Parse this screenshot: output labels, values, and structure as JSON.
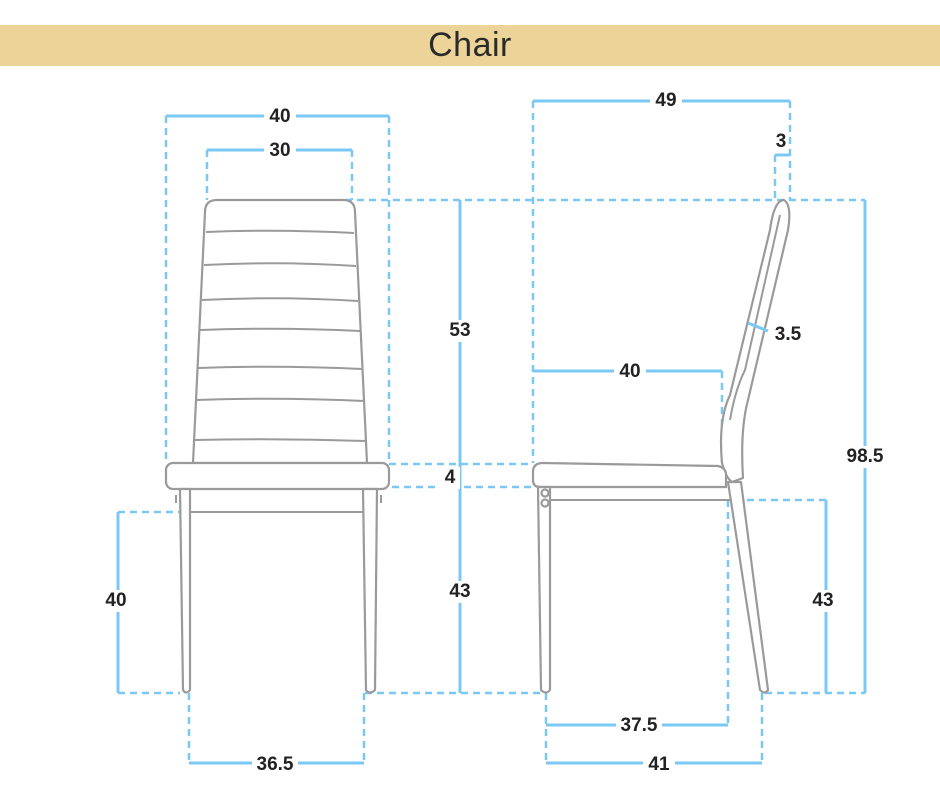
{
  "title": "Chair",
  "front_view": {
    "overall_width": "40",
    "back_width": "30",
    "back_height": "53",
    "seat_thickness": "4",
    "seat_height": "43",
    "crossbar_height": "40",
    "leg_spread": "36.5"
  },
  "side_view": {
    "overall_depth": "49",
    "back_top_thickness": "3",
    "back_thickness": "3.5",
    "seat_depth": "40",
    "total_height": "98.5",
    "seat_height": "43",
    "inner_leg_spread": "37.5",
    "outer_leg_spread": "41"
  },
  "colors": {
    "banner": "#ecd398",
    "dimension": "#7cc8f5",
    "outline": "#9a9a9a"
  }
}
